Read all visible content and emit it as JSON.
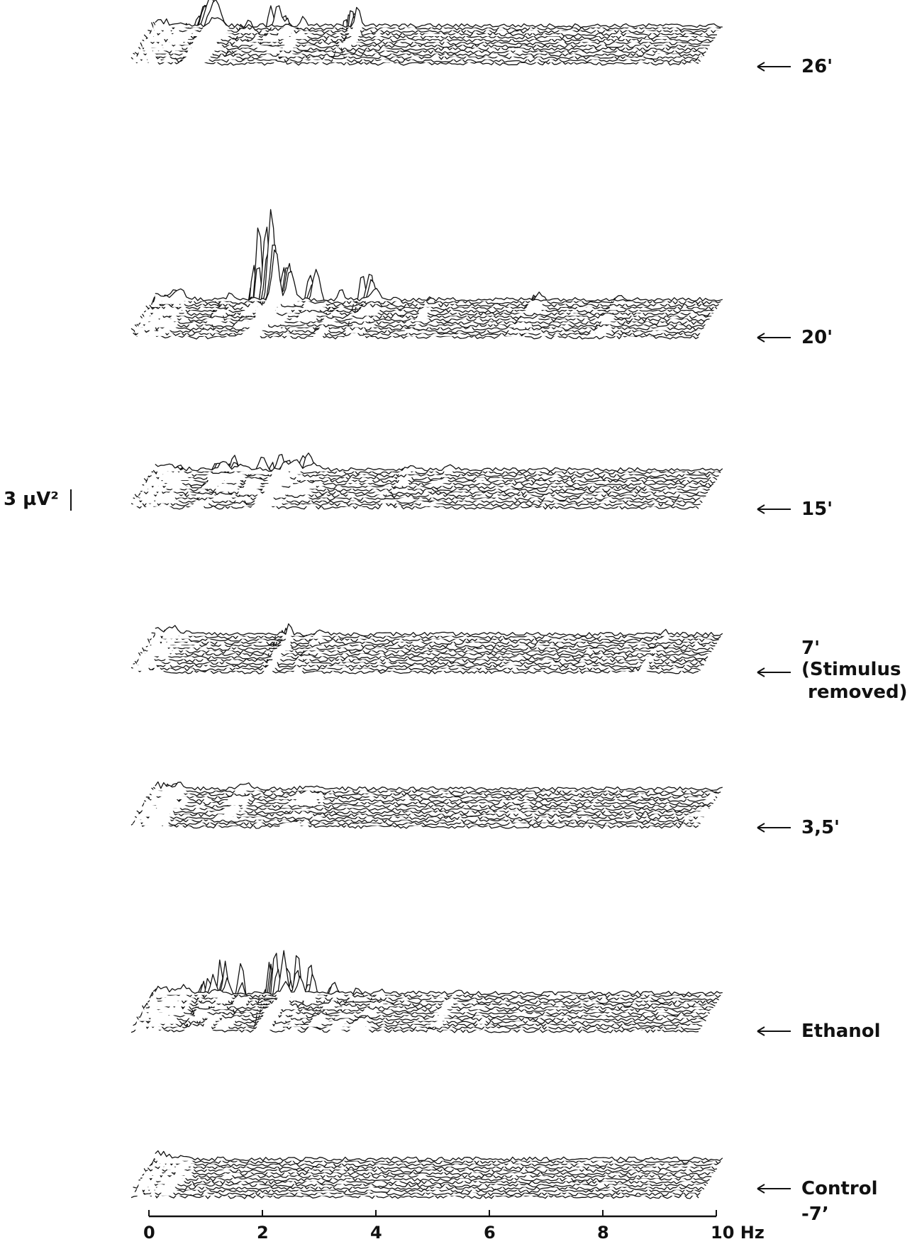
{
  "chart_data": {
    "type": "line",
    "x_unit": "Hz",
    "xlim": [
      0,
      10
    ],
    "x_ticks": [
      "0",
      "2",
      "4",
      "6",
      "8",
      "10 Hz"
    ],
    "scale_bar_label": "3 µV²",
    "panels": [
      {
        "label": "26'",
        "sublabels": [],
        "peaks": [
          [
            1.1,
            5.5,
            0.14
          ],
          [
            1.7,
            2.5,
            0.07
          ],
          [
            2.2,
            4.5,
            0.08
          ],
          [
            2.4,
            3.0,
            0.07
          ],
          [
            2.6,
            2.0,
            0.07
          ],
          [
            3.6,
            4.5,
            0.06
          ],
          [
            0.6,
            1.2,
            0.1
          ]
        ]
      },
      {
        "label": "20'",
        "sublabels": [],
        "peaks": [
          [
            2.1,
            14.5,
            0.08
          ],
          [
            2.4,
            6.5,
            0.08
          ],
          [
            2.9,
            5.5,
            0.1
          ],
          [
            3.9,
            6.0,
            0.1
          ],
          [
            1.3,
            3.0,
            0.07
          ],
          [
            3.3,
            2.5,
            0.06
          ],
          [
            0.4,
            2.0,
            0.12
          ],
          [
            6.8,
            2.0,
            0.1
          ],
          [
            8.2,
            1.5,
            0.08
          ],
          [
            1.8,
            2.0,
            0.07
          ],
          [
            4.9,
            1.2,
            0.08
          ]
        ]
      },
      {
        "label": "15'",
        "sublabels": [],
        "peaks": [
          [
            2.3,
            3.5,
            0.09
          ],
          [
            2.5,
            3.0,
            0.08
          ],
          [
            2.8,
            3.8,
            0.12
          ],
          [
            0.5,
            2.5,
            0.1
          ],
          [
            1.5,
            3.0,
            0.1
          ],
          [
            1.9,
            3.0,
            0.1
          ],
          [
            4.5,
            2.0,
            0.08
          ],
          [
            1.2,
            2.0,
            0.1
          ],
          [
            5.2,
            1.2,
            0.08
          ]
        ]
      },
      {
        "label": "7'",
        "sublabels": [
          "(Stimulus",
          " removed)"
        ],
        "peaks": [
          [
            2.4,
            3.5,
            0.05
          ],
          [
            2.9,
            2.0,
            0.06
          ],
          [
            0.3,
            1.0,
            0.1
          ],
          [
            9.0,
            0.8,
            0.06
          ]
        ]
      },
      {
        "label": "3,5'",
        "sublabels": [],
        "peaks": [
          [
            0.4,
            1.8,
            0.1
          ],
          [
            2.8,
            1.0,
            0.2
          ],
          [
            9.9,
            0.8,
            0.1
          ],
          [
            1.6,
            1.0,
            0.15
          ]
        ]
      },
      {
        "label": "Ethanol",
        "sublabels": [],
        "peaks": [
          [
            2.3,
            7.5,
            0.07
          ],
          [
            2.55,
            8.5,
            0.06
          ],
          [
            2.8,
            6.5,
            0.06
          ],
          [
            1.3,
            7.0,
            0.06
          ],
          [
            1.6,
            5.5,
            0.07
          ],
          [
            1.05,
            4.0,
            0.07
          ],
          [
            3.2,
            3.0,
            0.08
          ],
          [
            3.6,
            2.0,
            0.08
          ],
          [
            0.5,
            2.0,
            0.12
          ],
          [
            4.0,
            1.5,
            0.1
          ],
          [
            5.3,
            1.2,
            0.08
          ]
        ]
      },
      {
        "label": "Control",
        "sublabels": [
          "-7’"
        ],
        "peaks": [
          [
            0.6,
            0.6,
            0.1
          ]
        ]
      }
    ]
  }
}
